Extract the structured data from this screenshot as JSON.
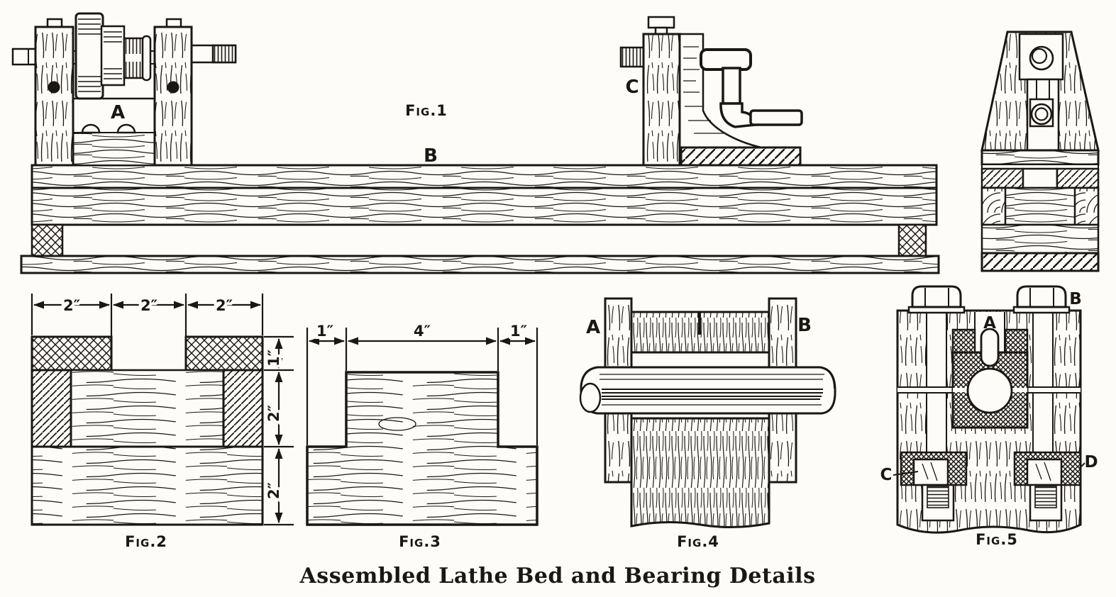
{
  "colors": {
    "ink": "#1b1713",
    "paper": "#fdfcf9"
  },
  "caption": "Assembled Lathe Bed and Bearing Details",
  "fig1": {
    "label": "Fig.1",
    "headstock": "A",
    "bed": "B",
    "tailstock": "C"
  },
  "fig2": {
    "label": "Fig.2",
    "top_dims": [
      "2″",
      "2″",
      "2″"
    ],
    "side_dims": [
      "1″",
      "2″",
      "2″"
    ]
  },
  "fig3": {
    "label": "Fig.3",
    "top_dims": [
      "1″",
      "4″",
      "1″"
    ]
  },
  "fig4": {
    "label": "Fig.4",
    "left": "A",
    "right": "B"
  },
  "fig5": {
    "label": "Fig.5",
    "a": "A",
    "b": "B",
    "c": "C",
    "d": "D"
  }
}
